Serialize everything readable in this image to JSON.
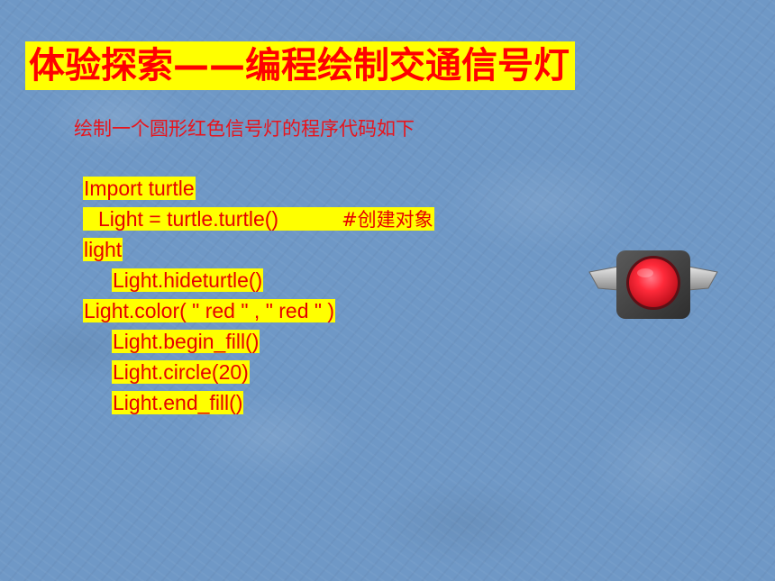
{
  "slide": {
    "title": "体验探索——编程绘制交通信号灯",
    "subtitle": "绘制一个圆形红色信号灯的程序代码如下",
    "code": [
      {
        "text": "Import turtle"
      },
      {
        "text": "Light = turtle.turtle()",
        "comment": "#创建对象"
      },
      {
        "text": "light"
      },
      {
        "text": "Light.hideturtle()"
      },
      {
        "text": "Light.color( \" red \" , \" red \" )"
      },
      {
        "text": "Light.begin_fill()"
      },
      {
        "text": "Light.circle(20)"
      },
      {
        "text": "Light.end_fill()"
      }
    ],
    "icons": {
      "traffic_light": "traffic-light-icon"
    },
    "colors": {
      "background": "#6f98c6",
      "highlight": "#ffff00",
      "text_red": "#ff0000",
      "lamp_red": "#ff2a3a",
      "housing": "#4a4a4a"
    }
  }
}
